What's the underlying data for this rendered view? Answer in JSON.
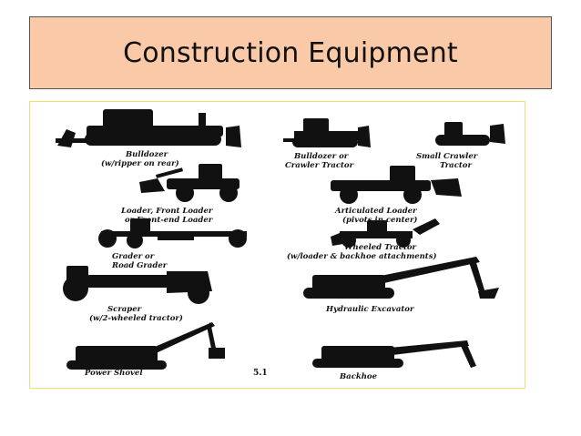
{
  "slide": {
    "title": "Construction Equipment",
    "colors": {
      "title_fill": "#f9c9a8",
      "frame_border": "#f2e06a",
      "ink": "#111111"
    }
  },
  "figure": {
    "number": "5.1",
    "labels": {
      "bulldozer_1": "Bulldozer",
      "bulldozer_2": "(w/ripper on rear)",
      "crawler_1": "Bulldozer or",
      "crawler_2": "Crawler Tractor",
      "small_crawler_1": "Small Crawler",
      "small_crawler_2": "Tractor",
      "loader_1": "Loader, Front Loader",
      "loader_2": "or Front-end Loader",
      "articulated_1": "Articulated Loader",
      "articulated_2": "(pivots in center)",
      "grader_1": "Grader or",
      "grader_2": "Road Grader",
      "wheeled_1": "Wheeled Tractor",
      "wheeled_2": "(w/loader & backhoe attachments)",
      "scraper_1": "Scraper",
      "scraper_2": "(w/2-wheeled tractor)",
      "excavator_1": "Hydraulic Excavator",
      "shovel_1": "Power Shovel",
      "backhoe_1": "Backhoe"
    }
  }
}
